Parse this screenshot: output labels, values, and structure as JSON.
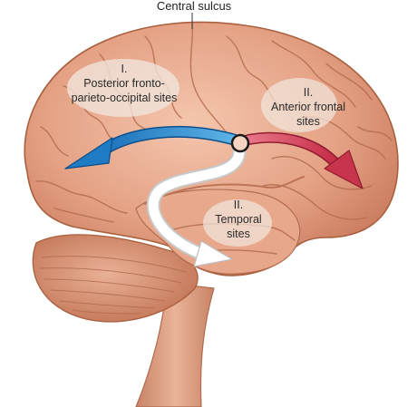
{
  "title": "Central sulcus",
  "regions": {
    "posterior": {
      "numeral": "I.",
      "line1": "Posterior fronto-",
      "line2": "parieto-occipital sites"
    },
    "anterior": {
      "numeral": "II.",
      "line1": "Anterior frontal",
      "line2": "sites"
    },
    "temporal": {
      "numeral": "II.",
      "line1": "Temporal",
      "line2": "sites"
    }
  },
  "colors": {
    "brain": "#e7a488",
    "brain_dark": "#c9795c",
    "brain_light": "#f3c4ad",
    "blue_arrow": "#2f8fd0",
    "red_arrow": "#d6455a",
    "white_arrow": "#ffffff",
    "highlight": "#f1e6dc"
  }
}
